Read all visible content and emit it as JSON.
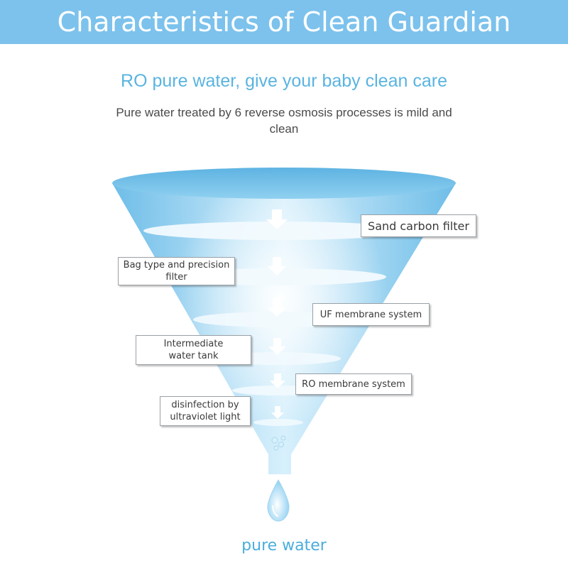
{
  "header": {
    "title": "Characteristics of Clean Guardian"
  },
  "subtitle": "RO pure water, give your baby clean care",
  "description": "Pure water treated by 6 reverse osmosis processes is mild and clean",
  "stages": [
    {
      "label": "Sand carbon filter"
    },
    {
      "label": "Bag type and precision filter"
    },
    {
      "label": "UF membrane system"
    },
    {
      "label": "Intermediate water tank"
    },
    {
      "label": "RO membrane system"
    },
    {
      "label": "disinfection by ultraviolet light"
    }
  ],
  "footer": {
    "label": "pure water"
  },
  "colors": {
    "header_bg": "#7cc2ec",
    "accent_text": "#5ab4e0",
    "funnel_light": "#d9f0fb",
    "funnel_dark": "#72c0e8"
  },
  "icons": [
    "down-arrow-icon",
    "bubbles-icon",
    "water-drop-icon"
  ]
}
